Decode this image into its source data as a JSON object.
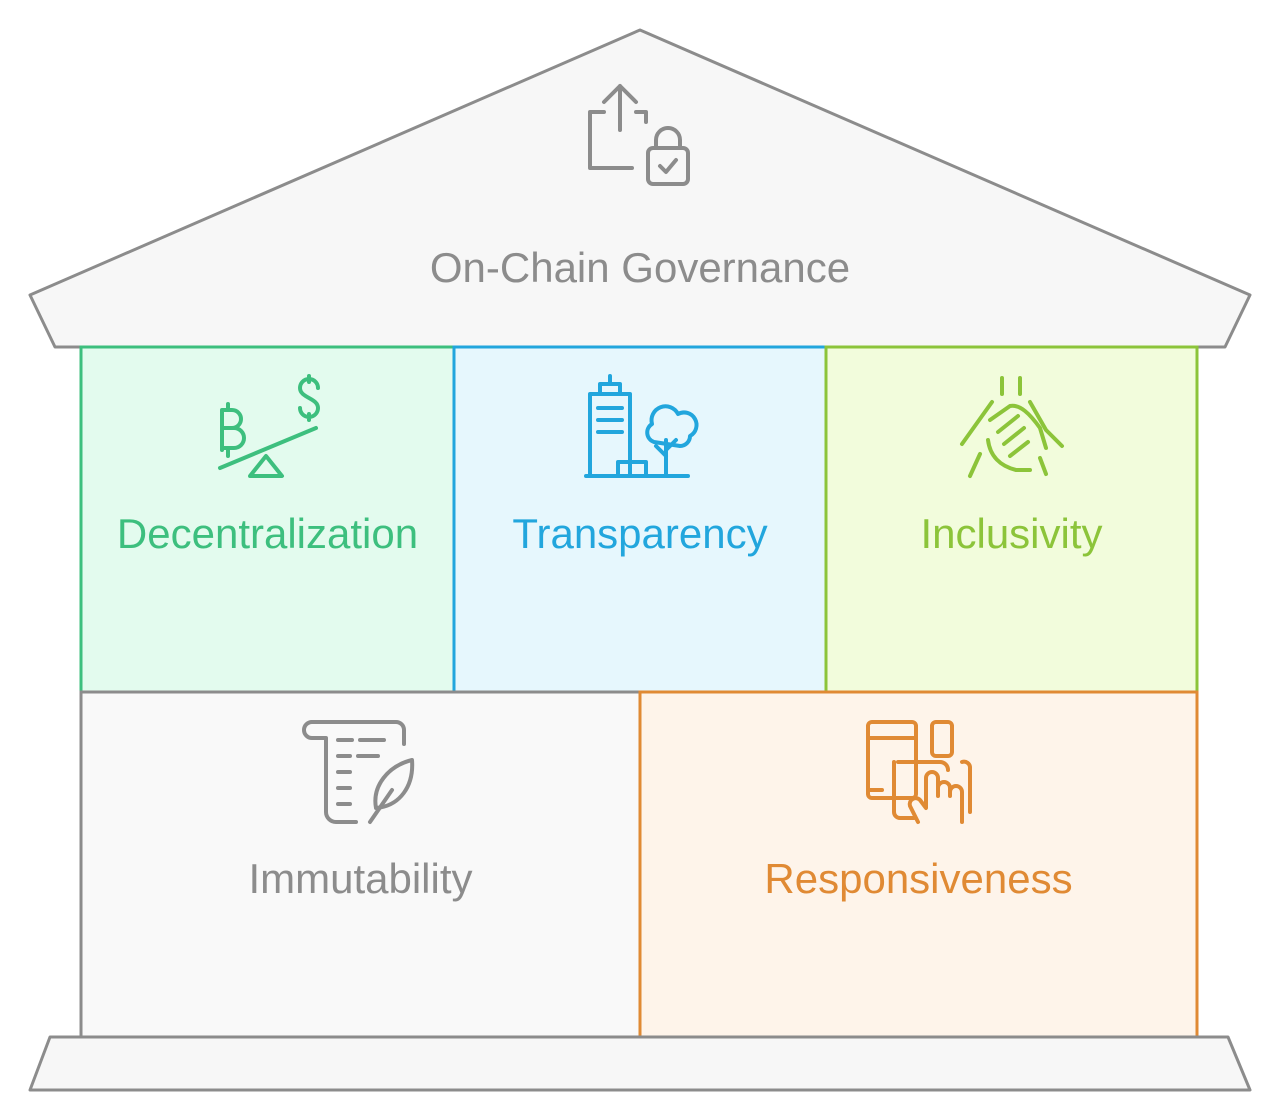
{
  "roof": {
    "title": "On-Chain Governance",
    "icon": "share-lock-icon",
    "stroke": "#8c8c8c",
    "fill": "#f7f7f7"
  },
  "pillars": [
    {
      "label": "Decentralization",
      "icon": "seesaw-currency-icon",
      "stroke": "#3dbf7e",
      "fill": "#e3fbee"
    },
    {
      "label": "Transparency",
      "icon": "building-tree-icon",
      "stroke": "#22a6dd",
      "fill": "#e6f7fd"
    },
    {
      "label": "Inclusivity",
      "icon": "joined-hands-icon",
      "stroke": "#8cc43a",
      "fill": "#f2fcdc"
    },
    {
      "label": "Immutability",
      "icon": "scroll-quill-icon",
      "stroke": "#8c8c8c",
      "fill": "#f9f9f9"
    },
    {
      "label": "Responsiveness",
      "icon": "devices-touch-icon",
      "stroke": "#e08a34",
      "fill": "#fef4ea"
    }
  ],
  "base": {
    "stroke": "#8c8c8c",
    "fill": "#f7f7f7"
  }
}
